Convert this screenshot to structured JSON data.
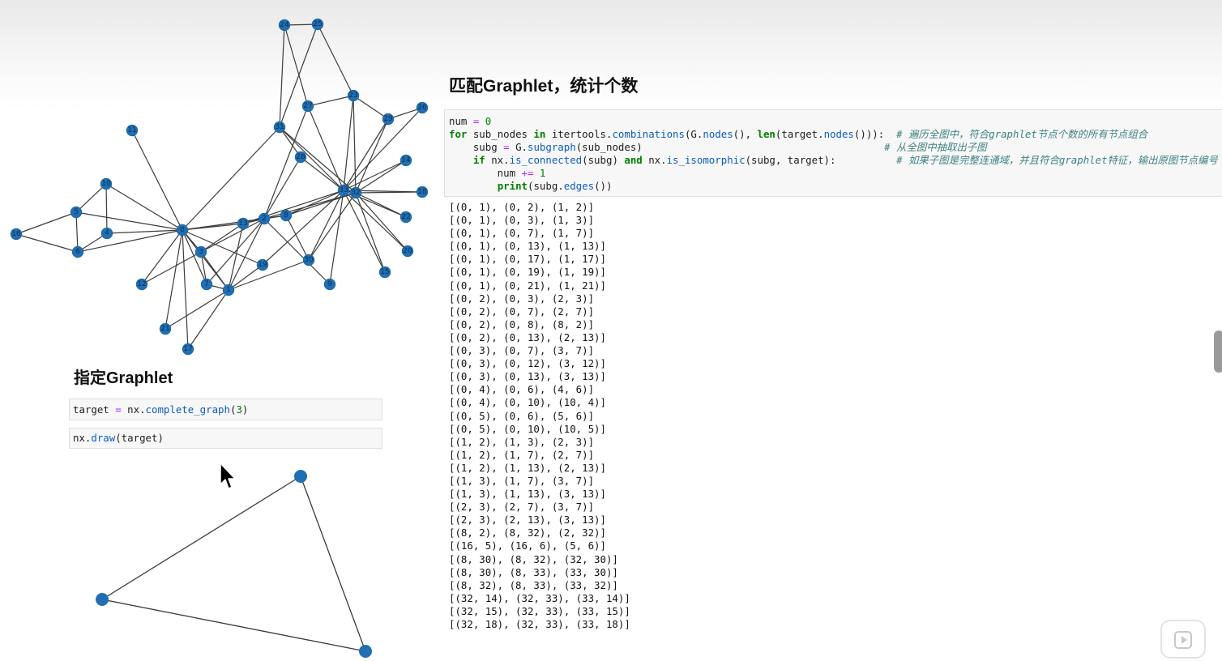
{
  "left": {
    "heading": "指定Graphlet",
    "cell_target": [
      {
        "t": "target ",
        "c": "plain"
      },
      {
        "t": "=",
        "c": "op"
      },
      {
        "t": " nx.",
        "c": "plain"
      },
      {
        "t": "complete_graph",
        "c": "fn"
      },
      {
        "t": "(",
        "c": "plain"
      },
      {
        "t": "3",
        "c": "num"
      },
      {
        "t": ")",
        "c": "plain"
      }
    ],
    "cell_draw": [
      {
        "t": "nx.",
        "c": "plain"
      },
      {
        "t": "draw",
        "c": "fn"
      },
      {
        "t": "(target)",
        "c": "plain"
      }
    ]
  },
  "right": {
    "heading": "匹配Graphlet，统计个数",
    "code_lines": [
      [
        {
          "t": "num ",
          "c": "plain"
        },
        {
          "t": "=",
          "c": "op"
        },
        {
          "t": " ",
          "c": "plain"
        },
        {
          "t": "0",
          "c": "num"
        }
      ],
      [
        {
          "t": "for",
          "c": "kw"
        },
        {
          "t": " sub_nodes ",
          "c": "plain"
        },
        {
          "t": "in",
          "c": "kw"
        },
        {
          "t": " itertools.",
          "c": "plain"
        },
        {
          "t": "combinations",
          "c": "fn"
        },
        {
          "t": "(G.",
          "c": "plain"
        },
        {
          "t": "nodes",
          "c": "fn"
        },
        {
          "t": "(), ",
          "c": "plain"
        },
        {
          "t": "len",
          "c": "kw"
        },
        {
          "t": "(target.",
          "c": "plain"
        },
        {
          "t": "nodes",
          "c": "fn"
        },
        {
          "t": "())):  ",
          "c": "plain"
        },
        {
          "t": "# 遍历全图中，符合graphlet节点个数的所有节点组合",
          "c": "cm"
        }
      ],
      [
        {
          "t": "    subg ",
          "c": "plain"
        },
        {
          "t": "=",
          "c": "op"
        },
        {
          "t": " G.",
          "c": "plain"
        },
        {
          "t": "subgraph",
          "c": "fn"
        },
        {
          "t": "(sub_nodes)                                        ",
          "c": "plain"
        },
        {
          "t": "# 从全图中抽取出子图",
          "c": "cm"
        }
      ],
      [
        {
          "t": "    ",
          "c": "plain"
        },
        {
          "t": "if",
          "c": "kw"
        },
        {
          "t": " nx.",
          "c": "plain"
        },
        {
          "t": "is_connected",
          "c": "fn"
        },
        {
          "t": "(subg) ",
          "c": "plain"
        },
        {
          "t": "and",
          "c": "kw"
        },
        {
          "t": " nx.",
          "c": "plain"
        },
        {
          "t": "is_isomorphic",
          "c": "fn"
        },
        {
          "t": "(subg, target):          ",
          "c": "plain"
        },
        {
          "t": "# 如果子图是完整连通域，并且符合graphlet特征，输出原图节点编号",
          "c": "cm"
        }
      ],
      [
        {
          "t": "        num ",
          "c": "plain"
        },
        {
          "t": "+=",
          "c": "op"
        },
        {
          "t": " ",
          "c": "plain"
        },
        {
          "t": "1",
          "c": "num"
        }
      ],
      [
        {
          "t": "        ",
          "c": "plain"
        },
        {
          "t": "print",
          "c": "kw"
        },
        {
          "t": "(subg.",
          "c": "plain"
        },
        {
          "t": "edges",
          "c": "fn"
        },
        {
          "t": "())",
          "c": "plain"
        }
      ]
    ],
    "output": [
      "[(0, 1), (0, 2), (1, 2)]",
      "[(0, 1), (0, 3), (1, 3)]",
      "[(0, 1), (0, 7), (1, 7)]",
      "[(0, 1), (0, 13), (1, 13)]",
      "[(0, 1), (0, 17), (1, 17)]",
      "[(0, 1), (0, 19), (1, 19)]",
      "[(0, 1), (0, 21), (1, 21)]",
      "[(0, 2), (0, 3), (2, 3)]",
      "[(0, 2), (0, 7), (2, 7)]",
      "[(0, 2), (0, 8), (8, 2)]",
      "[(0, 2), (0, 13), (2, 13)]",
      "[(0, 3), (0, 7), (3, 7)]",
      "[(0, 3), (0, 12), (3, 12)]",
      "[(0, 3), (0, 13), (3, 13)]",
      "[(0, 4), (0, 6), (4, 6)]",
      "[(0, 4), (0, 10), (10, 4)]",
      "[(0, 5), (0, 6), (5, 6)]",
      "[(0, 5), (0, 10), (10, 5)]",
      "[(1, 2), (1, 3), (2, 3)]",
      "[(1, 2), (1, 7), (2, 7)]",
      "[(1, 2), (1, 13), (2, 13)]",
      "[(1, 3), (1, 7), (3, 7)]",
      "[(1, 3), (1, 13), (3, 13)]",
      "[(2, 3), (2, 7), (3, 7)]",
      "[(2, 3), (2, 13), (3, 13)]",
      "[(8, 2), (8, 32), (2, 32)]",
      "[(16, 5), (16, 6), (5, 6)]",
      "[(8, 30), (8, 32), (32, 30)]",
      "[(8, 30), (8, 33), (33, 30)]",
      "[(8, 32), (8, 33), (33, 32)]",
      "[(32, 14), (32, 33), (33, 14)]",
      "[(32, 15), (32, 33), (33, 15)]",
      "[(32, 18), (32, 33), (33, 18)]"
    ]
  },
  "graph": {
    "node_labels": [
      "0",
      "1",
      "2",
      "3",
      "4",
      "5",
      "6",
      "7",
      "8",
      "9",
      "10",
      "11",
      "12",
      "13",
      "14",
      "15",
      "16",
      "17",
      "18",
      "19",
      "20",
      "21",
      "22",
      "23",
      "24",
      "25",
      "26",
      "27",
      "28",
      "29",
      "30",
      "31",
      "32",
      "33"
    ],
    "edges": [
      [
        0,
        1
      ],
      [
        0,
        2
      ],
      [
        0,
        3
      ],
      [
        0,
        4
      ],
      [
        0,
        5
      ],
      [
        0,
        6
      ],
      [
        0,
        7
      ],
      [
        0,
        8
      ],
      [
        0,
        10
      ],
      [
        0,
        11
      ],
      [
        0,
        12
      ],
      [
        0,
        13
      ],
      [
        0,
        17
      ],
      [
        0,
        19
      ],
      [
        0,
        21
      ],
      [
        0,
        31
      ],
      [
        1,
        2
      ],
      [
        1,
        3
      ],
      [
        1,
        7
      ],
      [
        1,
        13
      ],
      [
        1,
        17
      ],
      [
        1,
        19
      ],
      [
        1,
        21
      ],
      [
        1,
        30
      ],
      [
        2,
        3
      ],
      [
        2,
        7
      ],
      [
        2,
        8
      ],
      [
        2,
        9
      ],
      [
        2,
        13
      ],
      [
        2,
        27
      ],
      [
        2,
        28
      ],
      [
        2,
        32
      ],
      [
        3,
        7
      ],
      [
        3,
        12
      ],
      [
        3,
        13
      ],
      [
        4,
        6
      ],
      [
        4,
        10
      ],
      [
        5,
        6
      ],
      [
        5,
        10
      ],
      [
        5,
        16
      ],
      [
        6,
        16
      ],
      [
        8,
        30
      ],
      [
        8,
        32
      ],
      [
        8,
        33
      ],
      [
        9,
        33
      ],
      [
        13,
        33
      ],
      [
        14,
        32
      ],
      [
        14,
        33
      ],
      [
        15,
        32
      ],
      [
        15,
        33
      ],
      [
        18,
        32
      ],
      [
        18,
        33
      ],
      [
        19,
        33
      ],
      [
        20,
        32
      ],
      [
        20,
        33
      ],
      [
        22,
        32
      ],
      [
        22,
        33
      ],
      [
        23,
        25
      ],
      [
        23,
        27
      ],
      [
        23,
        29
      ],
      [
        23,
        32
      ],
      [
        23,
        33
      ],
      [
        24,
        25
      ],
      [
        24,
        27
      ],
      [
        24,
        31
      ],
      [
        25,
        31
      ],
      [
        26,
        29
      ],
      [
        26,
        33
      ],
      [
        27,
        33
      ],
      [
        28,
        31
      ],
      [
        28,
        33
      ],
      [
        29,
        32
      ],
      [
        29,
        33
      ],
      [
        30,
        32
      ],
      [
        30,
        33
      ],
      [
        31,
        32
      ],
      [
        31,
        33
      ],
      [
        32,
        33
      ]
    ],
    "node_color": "#1f6fb2",
    "edge_color": "#3b3b3b"
  },
  "target_graph": {
    "edges": [
      [
        0,
        1
      ],
      [
        0,
        2
      ],
      [
        1,
        2
      ]
    ],
    "node_color": "#1f6fb2"
  }
}
